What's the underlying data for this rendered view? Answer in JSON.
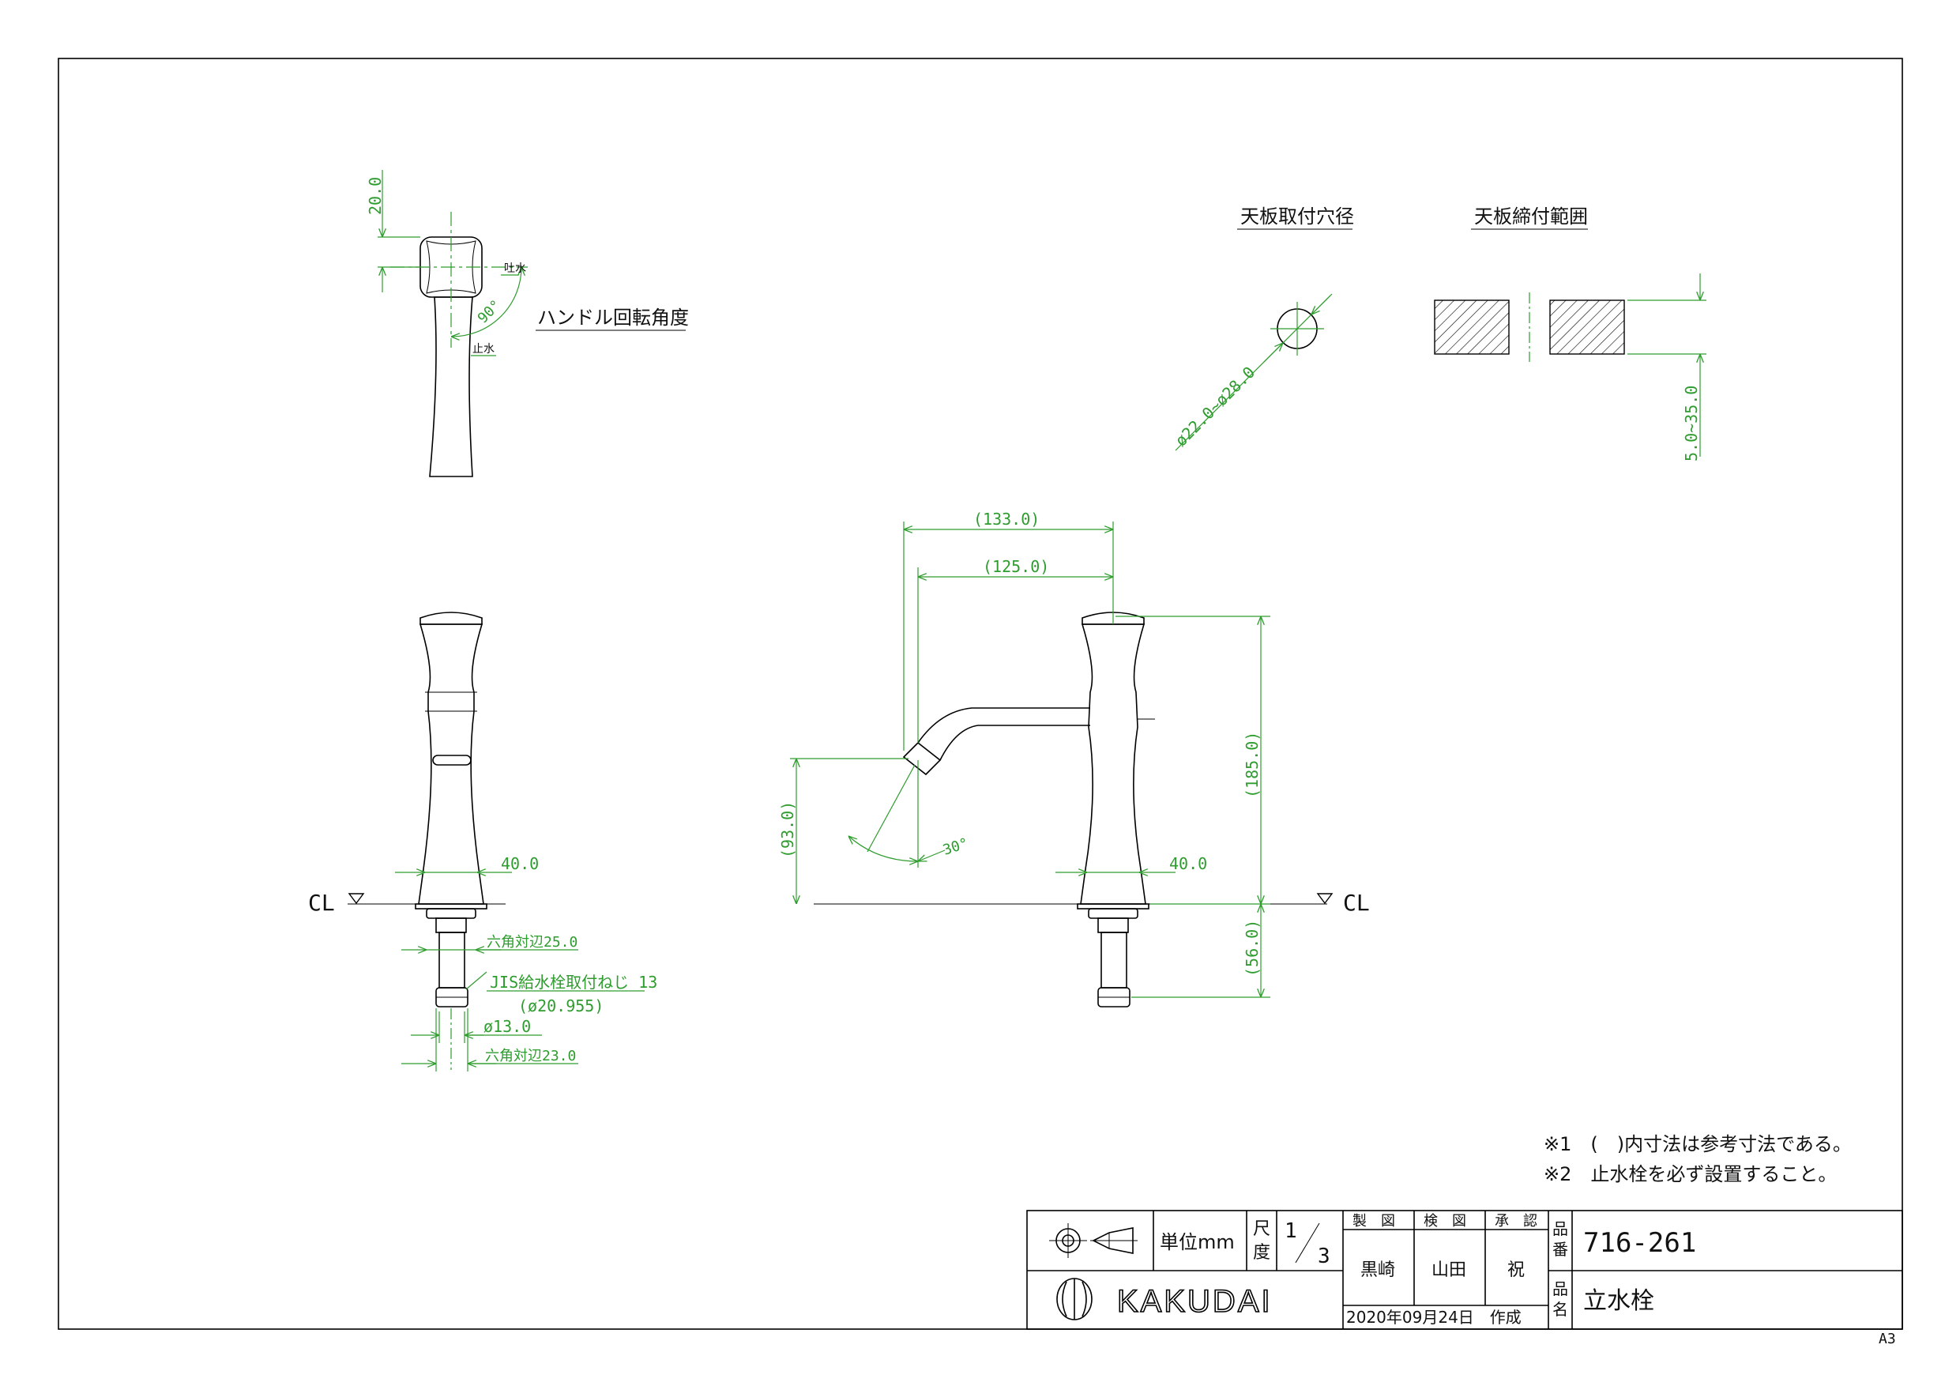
{
  "handle_view": {
    "dim_top": "20.0",
    "spout_label": "吐水",
    "stop_label": "止水",
    "angle": "90°",
    "rotation_title": "ハンドル回転角度"
  },
  "hole_view": {
    "title": "天板取付穴径",
    "diameter": "ø22.0~ø28.0"
  },
  "clamp_view": {
    "title": "天板締付範囲",
    "range": "5.0~35.0"
  },
  "front_view": {
    "dim_width": "40.0",
    "cl": "CL",
    "hex1": "六角対辺25.0",
    "thread": "JIS給水栓取付ねじ 13",
    "thread_dia": "(ø20.955)",
    "pipe_dia": "ø13.0",
    "hex2": "六角対辺23.0"
  },
  "side_view": {
    "dim_133": "(133.0)",
    "dim_125": "(125.0)",
    "dim_185": "(185.0)",
    "dim_93": "(93.0)",
    "dim_56": "(56.0)",
    "angle": "30°",
    "dim_width": "40.0",
    "cl": "CL"
  },
  "notes": [
    "※1　(　)内寸法は参考寸法である。",
    "※2　止水栓を必ず設置すること。"
  ],
  "title_block": {
    "unit": "単位mm",
    "scale_label_1": "尺",
    "scale_label_2": "度",
    "scale_num": "1",
    "scale_den": "3",
    "drawn_h": "製　図",
    "checked_h": "検　図",
    "approved_h": "承　認",
    "drawn": "黒崎",
    "checked": "山田",
    "approved": "祝",
    "part_no_label_1": "品",
    "part_no_label_2": "番",
    "part_no": "716-261",
    "name_label_1": "品",
    "name_label_2": "名",
    "name": "立水栓",
    "date": "2020年09月24日　作成",
    "brand": "KAKUDAI"
  },
  "sheet_size": "A3"
}
